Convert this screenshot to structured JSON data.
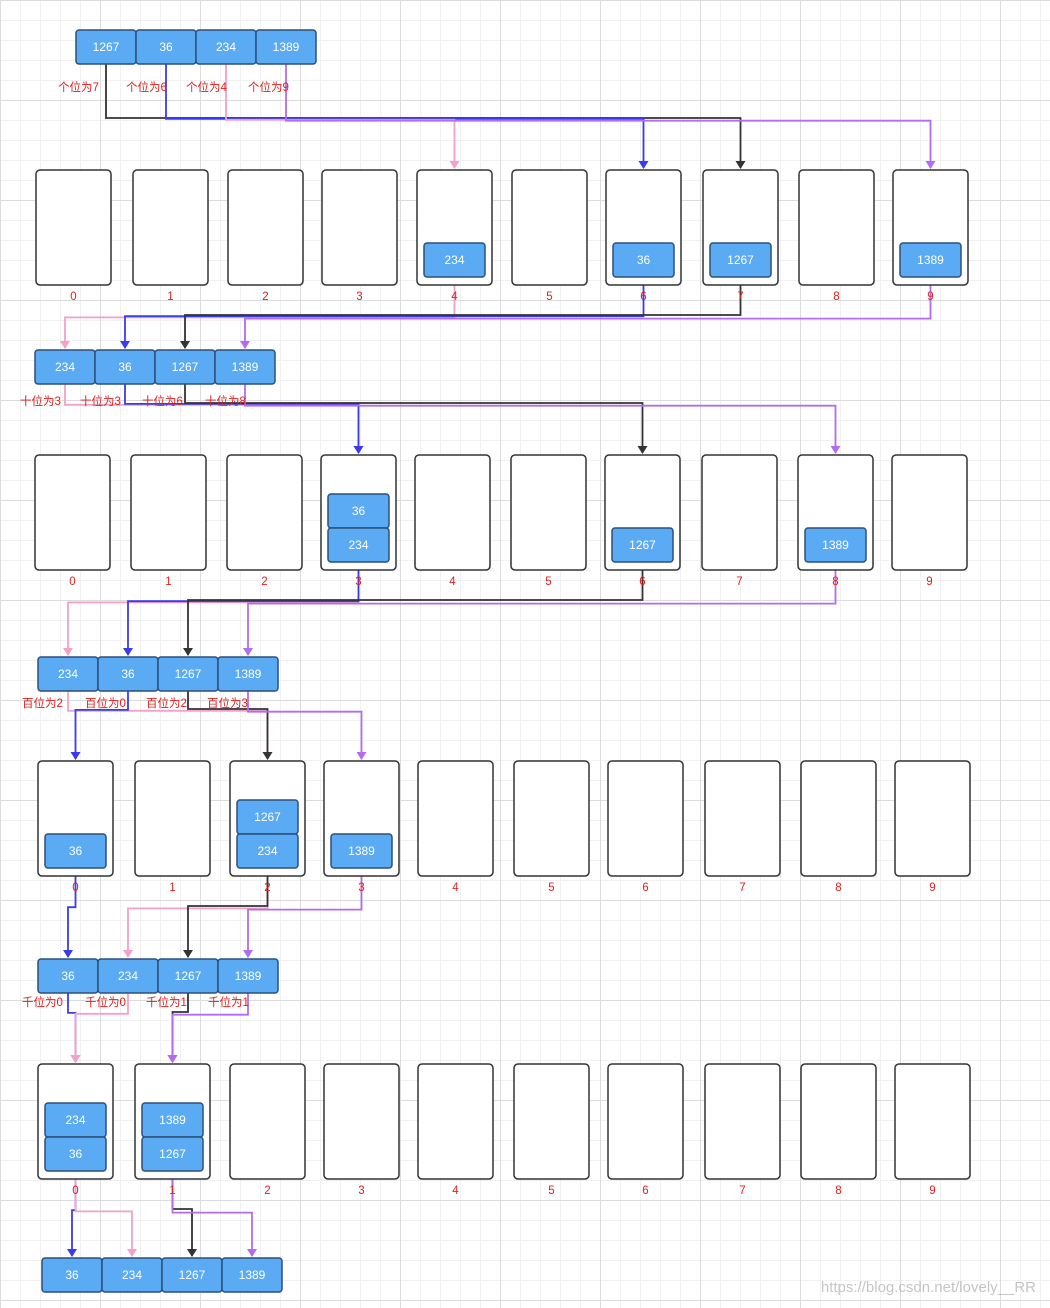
{
  "colors": {
    "box_fill": "#5aaaf4",
    "box_stroke": "#2d4f78",
    "bucket_stroke": "#333333",
    "label_red": "#e02020",
    "pink": "#f5a0c8",
    "blue": "#3a3af0",
    "black": "#333333",
    "purple": "#b36cf0"
  },
  "bucket_labels": [
    "0",
    "1",
    "2",
    "3",
    "4",
    "5",
    "6",
    "7",
    "8",
    "9"
  ],
  "rows": [
    {
      "values": [
        "1267",
        "36",
        "234",
        "1389"
      ],
      "notes": [
        "个位为7",
        "个位为6",
        "个位为4",
        "个位为9"
      ]
    },
    {
      "values": [
        "234",
        "36",
        "1267",
        "1389"
      ],
      "notes": [
        "十位为3",
        "十位为3",
        "十位为6",
        "十位为8"
      ]
    },
    {
      "values": [
        "234",
        "36",
        "1267",
        "1389"
      ],
      "notes": [
        "百位为2",
        "百位为0",
        "百位为2",
        "百位为3"
      ]
    },
    {
      "values": [
        "36",
        "234",
        "1267",
        "1389"
      ],
      "notes": [
        "千位为0",
        "千位为0",
        "千位为1",
        "千位为1"
      ]
    },
    {
      "values": [
        "36",
        "234",
        "1267",
        "1389"
      ],
      "notes": []
    }
  ],
  "bucket_rows": [
    {
      "buckets": [
        [],
        [],
        [],
        [],
        [
          "234"
        ],
        [],
        [
          "36"
        ],
        [
          "1267"
        ],
        [],
        [
          "1389"
        ]
      ]
    },
    {
      "buckets": [
        [],
        [],
        [],
        [
          "36",
          "234"
        ],
        [],
        [],
        [
          "1267"
        ],
        [],
        [
          "1389"
        ],
        []
      ]
    },
    {
      "buckets": [
        [
          "36"
        ],
        [],
        [
          "1267",
          "234"
        ],
        [
          "1389"
        ],
        [],
        [],
        [],
        [],
        [],
        []
      ]
    },
    {
      "buckets": [
        [
          "234",
          "36"
        ],
        [
          "1389",
          "1267"
        ],
        [],
        [],
        [],
        [],
        [],
        [],
        [],
        []
      ]
    }
  ],
  "watermark": "https://blog.csdn.net/lovely__RR"
}
